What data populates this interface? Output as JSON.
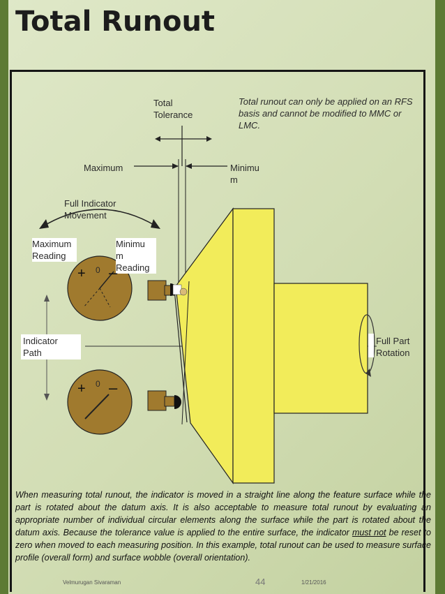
{
  "slide": {
    "title": "Total Runout",
    "note": "Total runout can only be applied on an RFS basis and cannot be modified to MMC or LMC.",
    "description": {
      "before": "When measuring total runout, the indicator is moved in a straight line along the feature surface while the part is rotated about the datum axis. It is also acceptable to measure total runout by evaluating an appropriate number of individual circular elements along the surface while the part is rotated about the datum axis. Because the tolerance value is applied to the entire surface, the indicator ",
      "underlined": "must not",
      "after": " be reset to zero when moved to each measuring position. In this example, total runout can be used to measure surface profile (overall form) and surface wobble (overall orientation)."
    },
    "author": "Velmurugan Sivaraman",
    "page_number": "44",
    "date": "1/21/2016"
  },
  "diagram": {
    "total_tolerance": "Total\nTolerance",
    "maximum": "Maximum",
    "minimum": "Minimu\nm",
    "full_indicator_movement": "Full Indicator\nMovement",
    "maximum_reading": "Maximum\nReading",
    "minimum_reading": "Minimu\nm\nReading",
    "indicator_path": "Indicator\nPath",
    "full_part_rotation": "Full Part\nRotation",
    "dial_zero_top": "0",
    "dial_zero_bottom": "0",
    "plus_sign": "+",
    "minus_sign": "–"
  },
  "colors": {
    "background": "#d6e0bc",
    "side_bar": "#5d7a34",
    "part_fill": "#f2ec5a",
    "gauge_fill": "#a07a2e"
  }
}
